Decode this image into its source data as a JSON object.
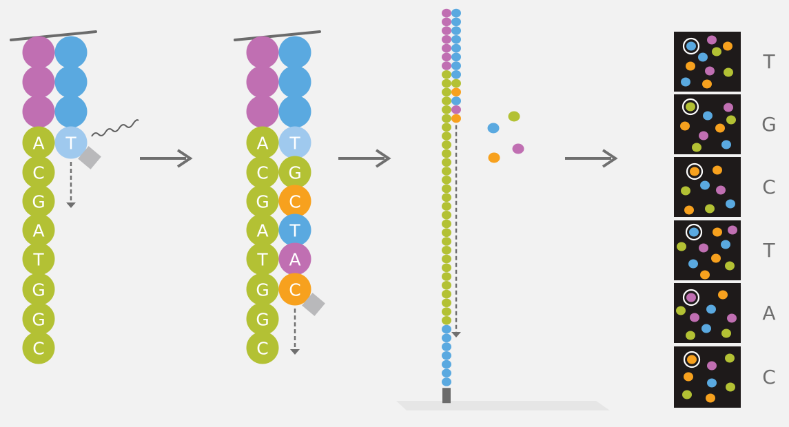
{
  "colors": {
    "background": "#f2f2f2",
    "pink": "#c06fb2",
    "blue": "#5aa9e0",
    "light_blue": "#9fc9ee",
    "green": "#b3c134",
    "orange": "#f7a11e",
    "arrow_gray": "#6f6f6f",
    "tag_gray": "#b9b9bb",
    "image_bg": "#1e1a1a"
  },
  "step1": {
    "template_letters": [
      "A",
      "C",
      "G",
      "A",
      "T",
      "G",
      "G",
      "C"
    ],
    "incorporated": [
      {
        "letter": "T",
        "color": "light_blue"
      }
    ]
  },
  "step2": {
    "template_letters": [
      "A",
      "C",
      "G",
      "A",
      "T",
      "G",
      "G",
      "C"
    ],
    "incorporated": [
      {
        "letter": "T",
        "color": "light_blue"
      },
      {
        "letter": "G",
        "color": "green"
      },
      {
        "letter": "C",
        "color": "orange"
      },
      {
        "letter": "T",
        "color": "blue"
      },
      {
        "letter": "A",
        "color": "pink"
      },
      {
        "letter": "C",
        "color": "orange"
      }
    ]
  },
  "step3": {
    "left_strand": [
      {
        "color": "pink",
        "count": 7
      },
      {
        "color": "green",
        "count": 29
      },
      {
        "color": "blue",
        "count": 7
      }
    ],
    "right_strand": [
      "blue",
      "blue",
      "blue",
      "blue",
      "blue",
      "blue",
      "blue",
      "blue",
      "green",
      "orange",
      "blue",
      "pink",
      "orange"
    ],
    "free_nucleotides": [
      "blue",
      "green",
      "orange",
      "pink"
    ]
  },
  "readout": {
    "calls": [
      "T",
      "G",
      "C",
      "T",
      "A",
      "C"
    ]
  }
}
